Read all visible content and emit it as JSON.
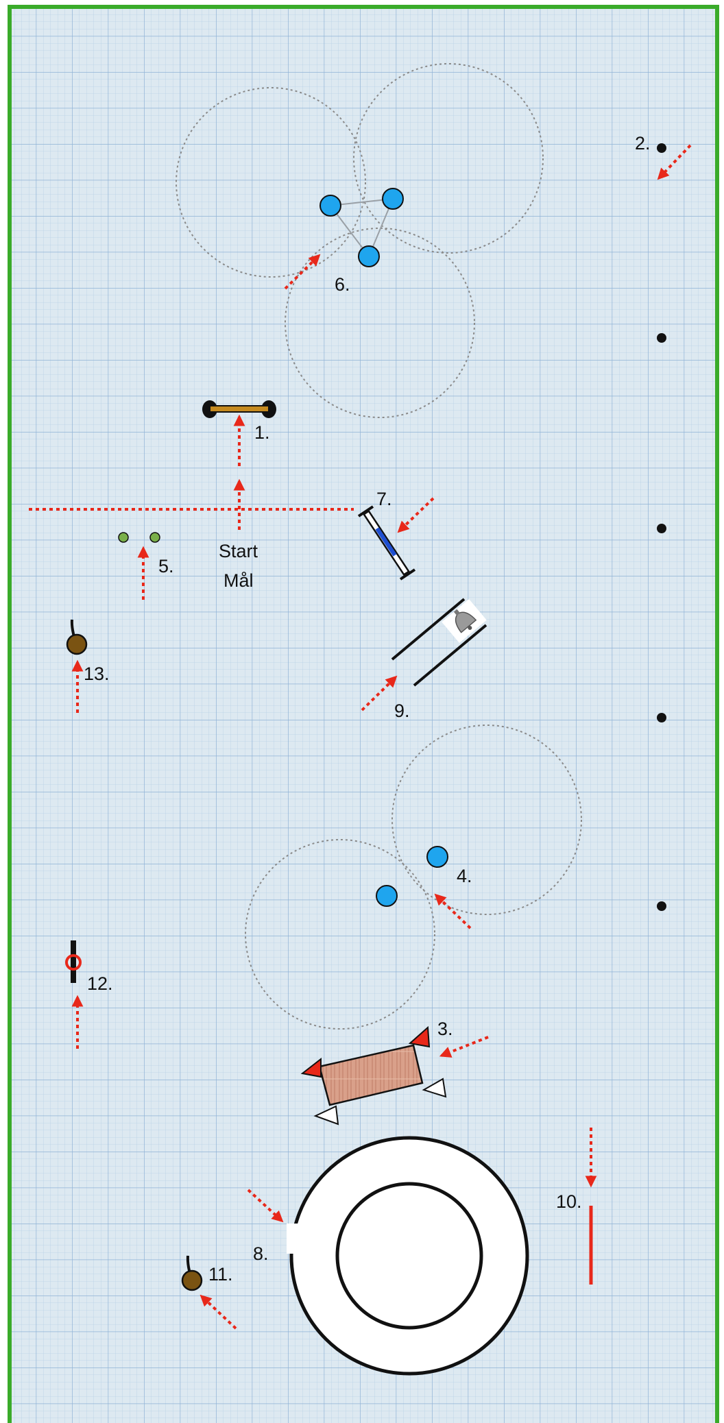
{
  "course": {
    "start_label": "Start",
    "finish_label": "Mål",
    "stations": {
      "s1": "1.",
      "s2": "2.",
      "s3": "3.",
      "s4": "4.",
      "s5": "5.",
      "s6": "6.",
      "s7": "7.",
      "s8": "8.",
      "s9": "9.",
      "s10": "10.",
      "s11": "11.",
      "s12": "12.",
      "s13": "13."
    }
  },
  "colors": {
    "border": "#3aab2a",
    "grid_background": "#dde9f1",
    "grid_line": "#a9c6e0",
    "arrow": "#e8281a",
    "cone": "#1fa5ee",
    "circle_outline": "#8a8a8a",
    "post": "#111111"
  },
  "icons": {
    "post": "black-dot-icon",
    "cone": "blue-cone-icon",
    "bell": "bell-icon"
  }
}
